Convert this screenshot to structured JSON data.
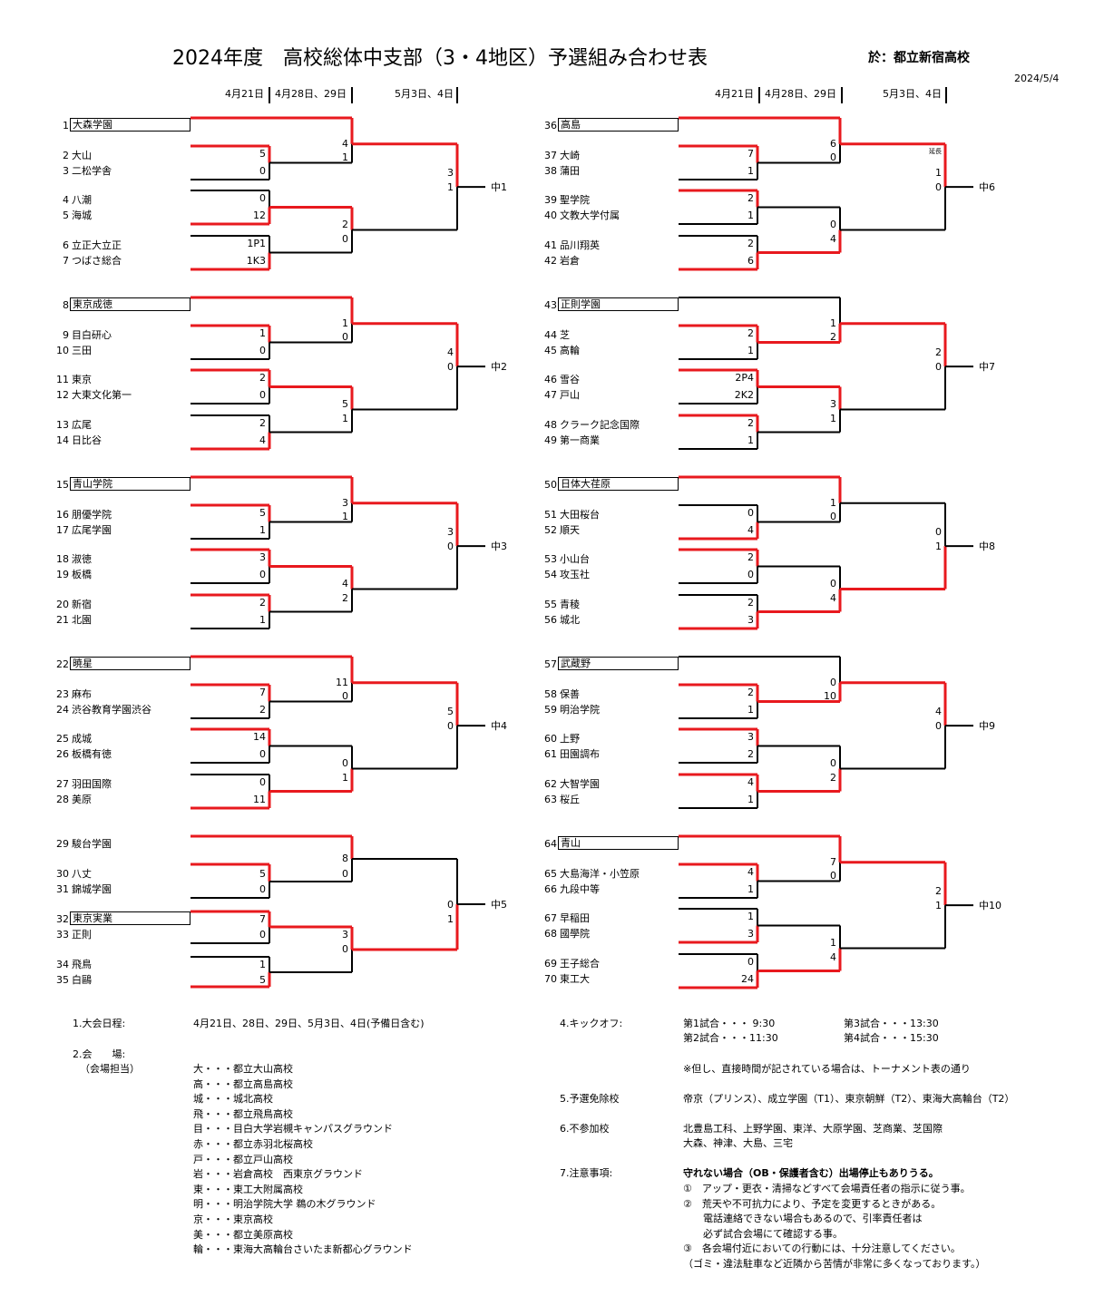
{
  "header": {
    "title": "2024年度　高校総体中支部（3・4地区）予選組み合わせ表",
    "venue": "於：都立新宿高校",
    "date": "2024/5/4",
    "dates": [
      "4月21日",
      "4月28日、29日",
      "5月3日、4日"
    ]
  },
  "colors": {
    "win": "#e8191e",
    "line": "#000000"
  },
  "left_blocks": [
    {
      "pool": "中1",
      "top": "大森学園",
      "top_no": "1",
      "pairs": [
        {
          "a_no": "2",
          "a": "大山",
          "a_s": "5",
          "b_no": "3",
          "b": "二松学舎",
          "b_s": "0",
          "w": "a"
        },
        {
          "a_no": "4",
          "a": "八潮",
          "a_s": "0",
          "b_no": "5",
          "b": "海城",
          "b_s": "12",
          "w": "b"
        },
        {
          "a_no": "6",
          "a": "立正大立正",
          "a_s": "1P1",
          "b_no": "7",
          "b": "つばさ総合",
          "b_s": "1K3",
          "w": "b"
        }
      ],
      "r2": {
        "a_s": "4",
        "b_s": "1",
        "w": "a"
      },
      "r2b": {
        "a_s": "2",
        "b_s": "0",
        "w": "a"
      },
      "final": {
        "a_s": "3",
        "b_s": "1",
        "w": "a"
      },
      "note": ""
    },
    {
      "pool": "中2",
      "top": "東京成徳",
      "top_no": "8",
      "pairs": [
        {
          "a_no": "9",
          "a": "目白研心",
          "a_s": "1",
          "b_no": "10",
          "b": "三田",
          "b_s": "0",
          "w": "a"
        },
        {
          "a_no": "11",
          "a": "東京",
          "a_s": "2",
          "b_no": "12",
          "b": "大東文化第一",
          "b_s": "0",
          "w": "a"
        },
        {
          "a_no": "13",
          "a": "広尾",
          "a_s": "2",
          "b_no": "14",
          "b": "日比谷",
          "b_s": "4",
          "w": "b"
        }
      ],
      "r2": {
        "a_s": "1",
        "b_s": "0",
        "w": "a"
      },
      "r2b": {
        "a_s": "5",
        "b_s": "1",
        "w": "a"
      },
      "final": {
        "a_s": "4",
        "b_s": "0",
        "w": "a"
      },
      "note": ""
    },
    {
      "pool": "中3",
      "top": "青山学院",
      "top_no": "15",
      "pairs": [
        {
          "a_no": "16",
          "a": "朋優学院",
          "a_s": "5",
          "b_no": "17",
          "b": "広尾学園",
          "b_s": "1",
          "w": "a"
        },
        {
          "a_no": "18",
          "a": "淑徳",
          "a_s": "3",
          "b_no": "19",
          "b": "板橋",
          "b_s": "0",
          "w": "a"
        },
        {
          "a_no": "20",
          "a": "新宿",
          "a_s": "2",
          "b_no": "21",
          "b": "北園",
          "b_s": "1",
          "w": "a"
        }
      ],
      "r2": {
        "a_s": "3",
        "b_s": "1",
        "w": "a"
      },
      "r2b": {
        "a_s": "4",
        "b_s": "2",
        "w": "a"
      },
      "final": {
        "a_s": "3",
        "b_s": "0",
        "w": "a"
      },
      "note": ""
    },
    {
      "pool": "中4",
      "top": "暁星",
      "top_no": "22",
      "pairs": [
        {
          "a_no": "23",
          "a": "麻布",
          "a_s": "7",
          "b_no": "24",
          "b": "渋谷教育学園渋谷",
          "b_s": "2",
          "w": "a"
        },
        {
          "a_no": "25",
          "a": "成城",
          "a_s": "14",
          "b_no": "26",
          "b": "板橋有徳",
          "b_s": "0",
          "w": "a"
        },
        {
          "a_no": "27",
          "a": "羽田国際",
          "a_s": "0",
          "b_no": "28",
          "b": "美原",
          "b_s": "11",
          "w": "b"
        }
      ],
      "r2": {
        "a_s": "11",
        "b_s": "0",
        "w": "a"
      },
      "r2b": {
        "a_s": "0",
        "b_s": "1",
        "w": "b"
      },
      "final": {
        "a_s": "5",
        "b_s": "0",
        "w": "a"
      },
      "note": ""
    }
  ],
  "left_block5": {
    "pool": "中5",
    "teams": [
      {
        "no": "29",
        "name": "駿台学園"
      },
      {
        "no": "30",
        "name": "八丈",
        "s": "5"
      },
      {
        "no": "31",
        "name": "錦城学園",
        "s": "0"
      },
      {
        "no": "32",
        "name": "東京実業",
        "s": "7"
      },
      {
        "no": "33",
        "name": "正則",
        "s": "0"
      },
      {
        "no": "34",
        "name": "飛鳥",
        "s": "1"
      },
      {
        "no": "35",
        "name": "白鷗",
        "s": "5"
      }
    ],
    "r2a": [
      "8",
      "0"
    ],
    "r2b": [
      "3",
      "0"
    ],
    "final": [
      "0",
      "1"
    ]
  },
  "right_blocks": [
    {
      "pool": "中6",
      "top": "高島",
      "top_no": "36",
      "pairs": [
        {
          "a_no": "37",
          "a": "大崎",
          "a_s": "7",
          "b_no": "38",
          "b": "蒲田",
          "b_s": "1",
          "w": "a"
        },
        {
          "a_no": "39",
          "a": "聖学院",
          "a_s": "2",
          "b_no": "40",
          "b": "文教大学付属",
          "b_s": "1",
          "w": "a"
        },
        {
          "a_no": "41",
          "a": "品川翔英",
          "a_s": "2",
          "b_no": "42",
          "b": "岩倉",
          "b_s": "6",
          "w": "b"
        }
      ],
      "r2": {
        "a_s": "6",
        "b_s": "0",
        "w": "a"
      },
      "r2b": {
        "a_s": "0",
        "b_s": "4",
        "w": "b"
      },
      "final": {
        "a_s": "1",
        "b_s": "0",
        "w": "a"
      },
      "note": "延長"
    },
    {
      "pool": "中7",
      "top": "正則学園",
      "top_no": "43",
      "pairs": [
        {
          "a_no": "44",
          "a": "芝",
          "a_s": "2",
          "b_no": "45",
          "b": "高輪",
          "b_s": "1",
          "w": "a"
        },
        {
          "a_no": "46",
          "a": "雪谷",
          "a_s": "2P4",
          "b_no": "47",
          "b": "戸山",
          "b_s": "2K2",
          "w": "a"
        },
        {
          "a_no": "48",
          "a": "クラーク記念国際",
          "a_s": "2",
          "b_no": "49",
          "b": "第一商業",
          "b_s": "1",
          "w": "a"
        }
      ],
      "r2": {
        "a_s": "1",
        "b_s": "2",
        "w": "b"
      },
      "r2b": {
        "a_s": "3",
        "b_s": "1",
        "w": "a"
      },
      "final": {
        "a_s": "2",
        "b_s": "0",
        "w": "a"
      },
      "note": ""
    },
    {
      "pool": "中8",
      "top": "日体大荏原",
      "top_no": "50",
      "pairs": [
        {
          "a_no": "51",
          "a": "大田桜台",
          "a_s": "0",
          "b_no": "52",
          "b": "順天",
          "b_s": "4",
          "w": "b"
        },
        {
          "a_no": "53",
          "a": "小山台",
          "a_s": "2",
          "b_no": "54",
          "b": "攻玉社",
          "b_s": "0",
          "w": "a"
        },
        {
          "a_no": "55",
          "a": "青稜",
          "a_s": "2",
          "b_no": "56",
          "b": "城北",
          "b_s": "3",
          "w": "b"
        }
      ],
      "r2": {
        "a_s": "1",
        "b_s": "0",
        "w": "a"
      },
      "r2b": {
        "a_s": "0",
        "b_s": "4",
        "w": "b"
      },
      "final": {
        "a_s": "0",
        "b_s": "1",
        "w": "b"
      },
      "note": ""
    },
    {
      "pool": "中9",
      "top": "武蔵野",
      "top_no": "57",
      "pairs": [
        {
          "a_no": "58",
          "a": "保善",
          "a_s": "2",
          "b_no": "59",
          "b": "明治学院",
          "b_s": "1",
          "w": "a"
        },
        {
          "a_no": "60",
          "a": "上野",
          "a_s": "3",
          "b_no": "61",
          "b": "田園調布",
          "b_s": "2",
          "w": "a"
        },
        {
          "a_no": "62",
          "a": "大智学園",
          "a_s": "4",
          "b_no": "63",
          "b": "桜丘",
          "b_s": "1",
          "w": "a"
        }
      ],
      "r2": {
        "a_s": "0",
        "b_s": "10",
        "w": "b"
      },
      "r2b": {
        "a_s": "0",
        "b_s": "2",
        "w": "b"
      },
      "final": {
        "a_s": "4",
        "b_s": "0",
        "w": "a"
      },
      "note": ""
    },
    {
      "pool": "中10",
      "top": "青山",
      "top_no": "64",
      "pairs": [
        {
          "a_no": "65",
          "a": "大島海洋・小笠原",
          "a_s": "4",
          "b_no": "66",
          "b": "九段中等",
          "b_s": "1",
          "w": "a"
        },
        {
          "a_no": "67",
          "a": "早稲田",
          "a_s": "1",
          "b_no": "68",
          "b": "國學院",
          "b_s": "3",
          "w": "b"
        },
        {
          "a_no": "69",
          "a": "王子総合",
          "a_s": "0",
          "b_no": "70",
          "b": "東工大",
          "b_s": "24",
          "w": "b"
        }
      ],
      "r2": {
        "a_s": "7",
        "b_s": "0",
        "w": "a"
      },
      "r2b": {
        "a_s": "1",
        "b_s": "4",
        "w": "b"
      },
      "final": {
        "a_s": "2",
        "b_s": "1",
        "w": "a"
      },
      "note": ""
    }
  ],
  "info": {
    "schedule_label": "1.大会日程:",
    "schedule_value": "4月21日、28日、29日、5月3日、4日(予備日含む)",
    "venue_label": "2.会　　場:",
    "venue_sub": "（会場担当）",
    "venues": [
      "大・・・都立大山高校",
      "高・・・都立高島高校",
      "城・・・城北高校",
      "飛・・・都立飛鳥高校",
      "目・・・目白大学岩槻キャンパスグラウンド",
      "赤・・・都立赤羽北桜高校",
      "戸・・・都立戸山高校",
      "岩・・・岩倉高校　西東京グラウンド",
      "東・・・東工大附属高校",
      "明・・・明治学院大学 鵜の木グラウンド",
      "京・・・東京高校",
      "美・・・都立美原高校",
      "輪・・・東海大高輪台さいたま新都心グラウンド"
    ],
    "kickoff_label": "4.キックオフ:",
    "kickoff": [
      "第1試合・・・ 9:30",
      "第3試合・・・13:30",
      "第2試合・・・11:30",
      "第4試合・・・15:30"
    ],
    "kickoff_note": "※但し、直接時間が記されている場合は、トーナメント表の通り",
    "exempt_label": "5.予選免除校",
    "exempt_value": "帝京（プリンス）、成立学園（T1）、東京朝鮮（T2）、東海大高輪台（T2）",
    "absent_label": "6.不参加校",
    "absent_lines": [
      "北豊島工科、上野学園、東洋、大原学園、芝商業、芝国際",
      "大森、神津、大島、三宅"
    ],
    "notes_label": "7.注意事項:",
    "notes_bold": "守れない場合（OB・保護者含む）出場停止もありうる。",
    "notes": [
      "①　アップ・更衣・清掃などすべて会場責任者の指示に従う事。",
      "②　荒天や不可抗力により、予定を変更するときがある。",
      "　　電話連絡できない場合もあるので、引率責任者は",
      "　　必ず試合会場にて確認する事。",
      "③　各会場付近においての行動には、十分注意してください。",
      "（ゴミ・違法駐車など近隣から苦情が非常に多くなっております。）"
    ]
  }
}
